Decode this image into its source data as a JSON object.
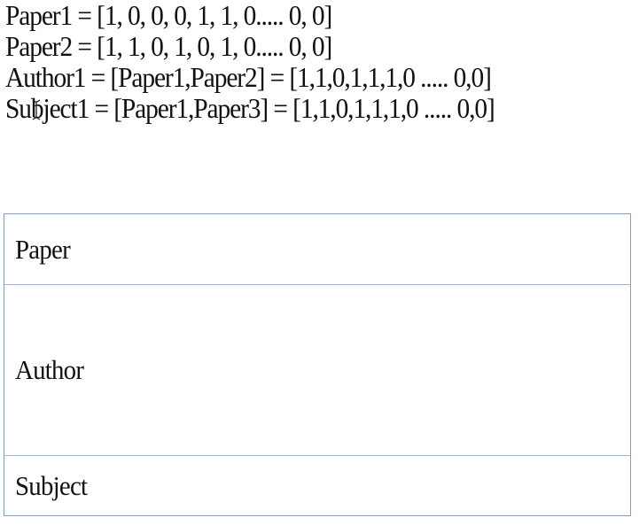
{
  "equations": [
    "Paper1 = [1, 0, 0, 0, 1, 1, 0.....  0, 0]",
    "Paper2 = [1, 1, 0, 1, 0, 1, 0.....  0, 0]",
    "Author1 = [Paper1,Paper2] = [1,1,0,1,1,1,0 ..... 0,0]",
    "Subject1 = [Paper1,Paper3] = [1,1,0,1,1,1,0 ..... 0,0]"
  ],
  "table": {
    "rows": [
      "Paper",
      "Author",
      "Subject"
    ]
  },
  "colors": {
    "table_border": "#7f9fc8",
    "row_divider": "#9db5d6",
    "text": "#111111"
  }
}
